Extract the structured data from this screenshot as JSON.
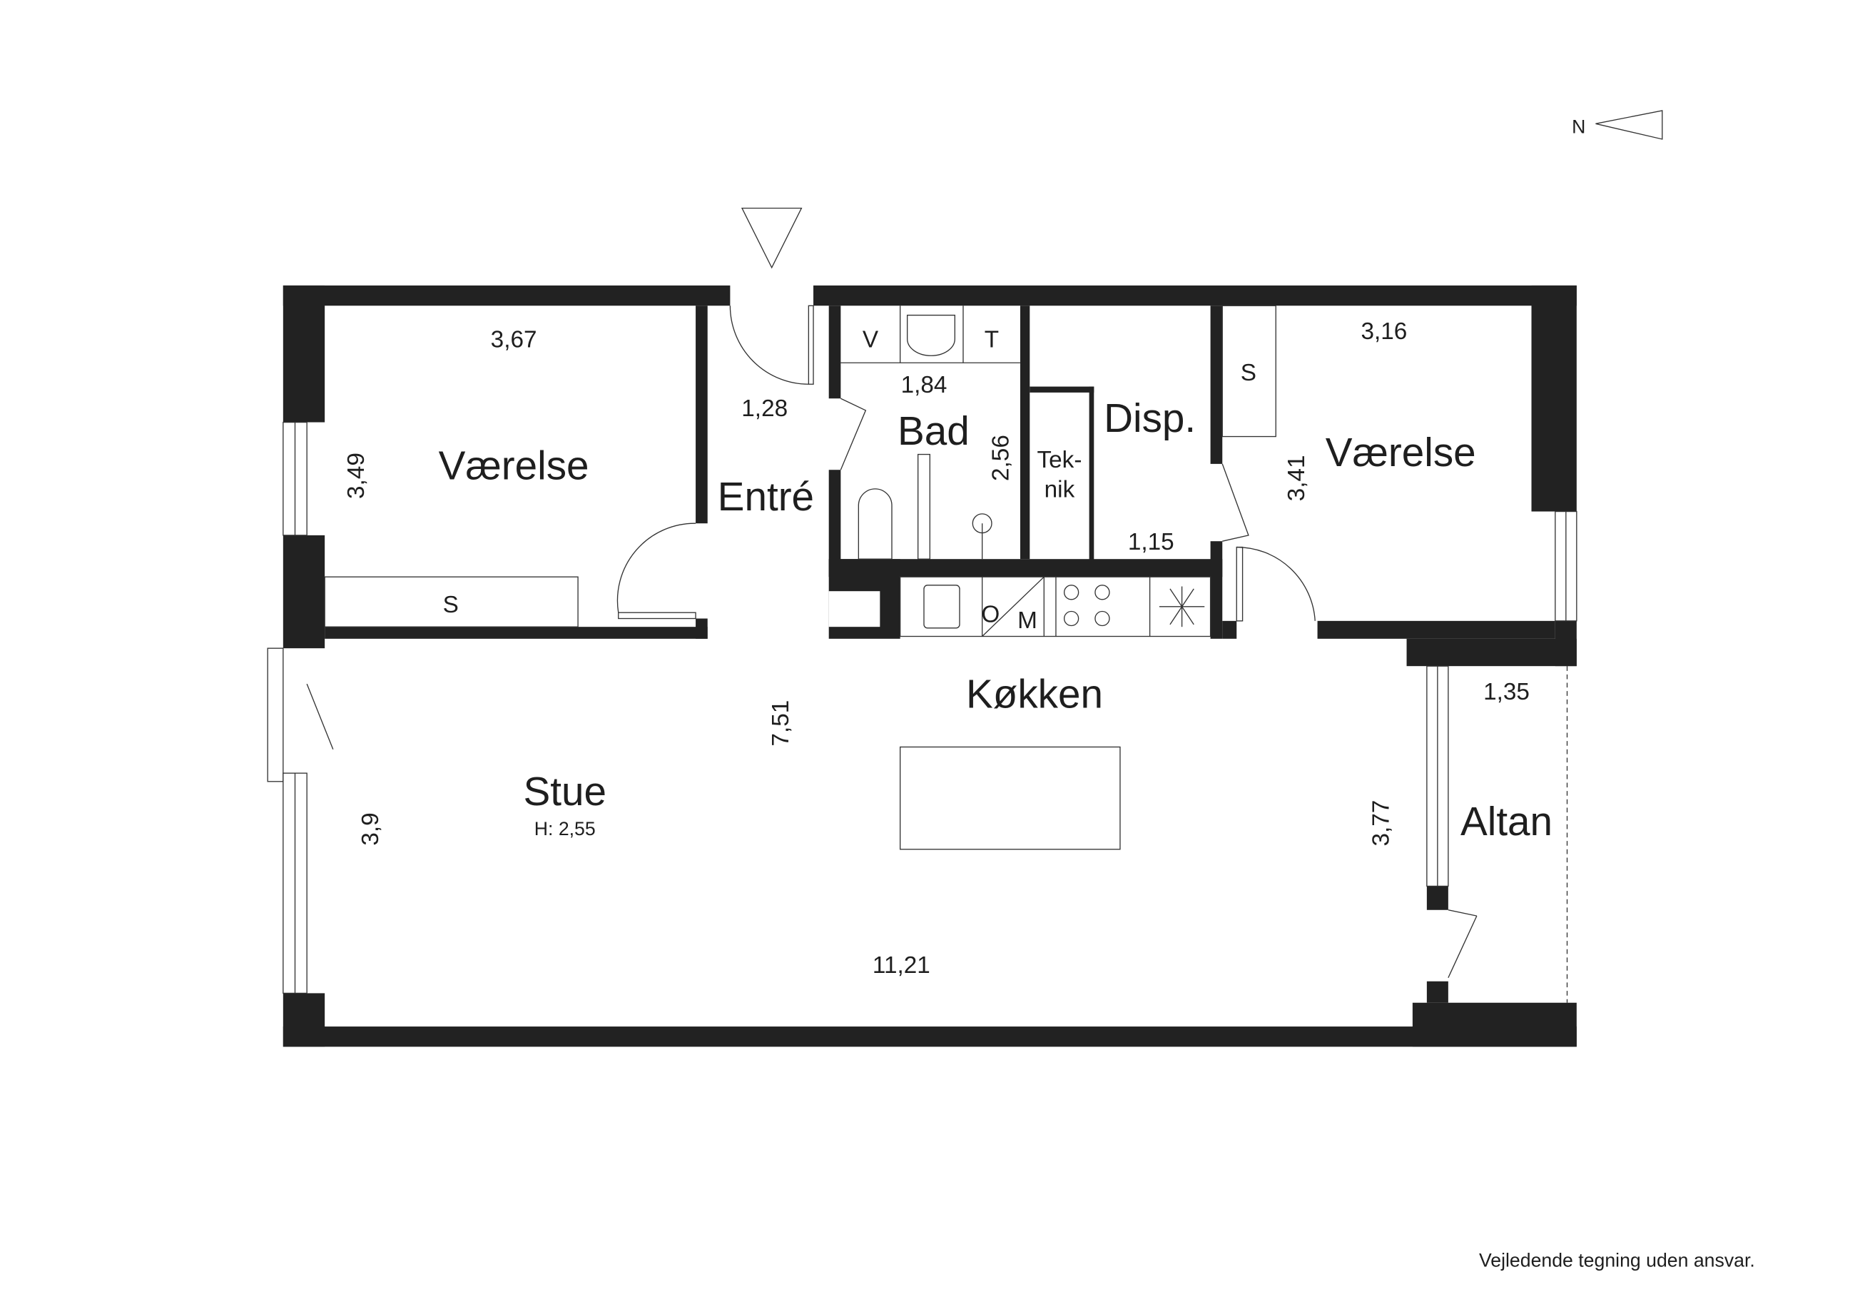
{
  "north_label": "N",
  "footer": "Vejledende tegning uden ansvar.",
  "rooms": {
    "vaerelse_left": {
      "name": "Værelse",
      "width": "3,67",
      "depth": "3,49",
      "closet": "S"
    },
    "entre": {
      "name": "Entré",
      "width": "1,28"
    },
    "bad": {
      "name": "Bad",
      "width": "1,84",
      "depth": "2,56",
      "v": "V",
      "t": "T"
    },
    "teknik": {
      "line1": "Tek-",
      "line2": "nik"
    },
    "disp": {
      "name": "Disp.",
      "width": "1,15"
    },
    "vaerelse_right": {
      "name": "Værelse",
      "width": "3,16",
      "depth": "3,41",
      "closet": "S"
    },
    "kokken": {
      "name": "Køkken",
      "depth": "7,51",
      "oven": "O",
      "micro": "M"
    },
    "stue": {
      "name": "Stue",
      "height": "H: 2,55",
      "depth": "3,9",
      "width": "11,21"
    },
    "altan": {
      "name": "Altan",
      "width": "1,35",
      "depth": "3,77"
    }
  }
}
